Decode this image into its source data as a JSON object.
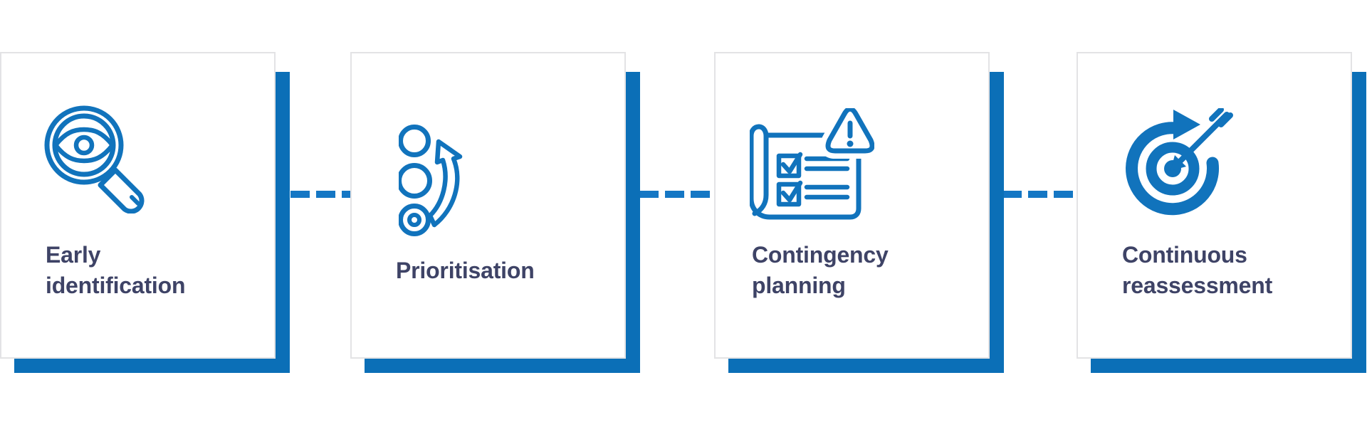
{
  "diagram": {
    "title": "risk management process flow",
    "connector_style": "dashed",
    "steps": [
      {
        "id": 1,
        "label": "Early identification",
        "label_lines": [
          "Early",
          "identification"
        ],
        "icon": "magnifier-eye-icon"
      },
      {
        "id": 2,
        "label": "Prioritisation",
        "label_lines": [
          "Prioritisation"
        ],
        "icon": "priority-ranking-icon"
      },
      {
        "id": 3,
        "label": "Contingency planning",
        "label_lines": [
          "Contingency",
          "planning"
        ],
        "icon": "checklist-warning-icon"
      },
      {
        "id": 4,
        "label": "Continuous reassessment",
        "label_lines": [
          "Continuous",
          "reassessment"
        ],
        "icon": "target-arrow-icon"
      }
    ],
    "colors": {
      "background": "#FFFFFF",
      "card_background": "#FFFFFF",
      "card_border": "#E3E3E5",
      "shadow_blue": "#0B6FB7",
      "dash_blue": "#1577C4",
      "icon_blue": "#1173BC",
      "label_text": "#3E4366"
    }
  }
}
